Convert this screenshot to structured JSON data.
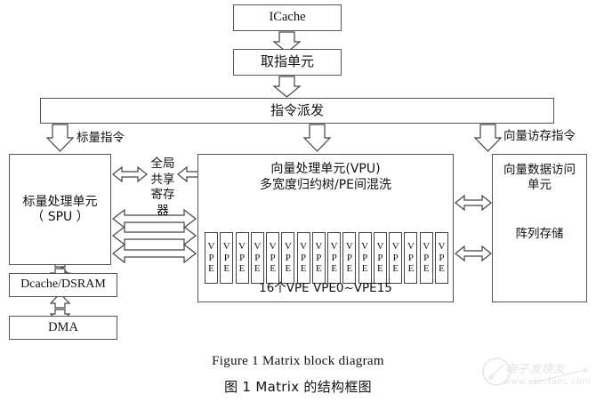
{
  "figure": {
    "caption_en": "Figure 1    Matrix block diagram",
    "caption_cn": "图 1    Matrix 的结构框图"
  },
  "blocks": {
    "icache": "ICache",
    "fetch_unit": "取指单元",
    "dispatch": "指令派发",
    "spu_line1": "标量处理单元",
    "spu_line2": "（ SPU ）",
    "dcache": "Dcache/DSRAM",
    "dma": "DMA",
    "vpu_line1": "向量处理单元(VPU)",
    "vpu_line2": "多宽度归约树/PE间混洗",
    "vpe_caption": "16个VPE VPE0~VPE15",
    "vdau_line1": "向量数据访问",
    "vdau_line2": "单元",
    "array_storage": "阵列存储",
    "gsr_label": "全局共享寄存器"
  },
  "labels": {
    "scalar_instruction": "标量指令",
    "vector_mem_instruction": "向量访存指令"
  },
  "vpe_cells": [
    "VPE",
    "VPE",
    "VPE",
    "VPE",
    "VPE",
    "VPE",
    "VPE",
    "VPE",
    "VPE",
    "VPE",
    "VPE",
    "VPE",
    "VPE",
    "VPE",
    "VPE",
    "VPE"
  ],
  "vpe_glyph_rows": [
    "V",
    "P",
    "E"
  ],
  "watermark": {
    "brand": "电子发烧友",
    "url": "www.elecfans.com"
  },
  "colors": {
    "background": "#ffffff",
    "box_border": "#555555",
    "arrow_stroke": "#444444",
    "text": "#111111"
  }
}
